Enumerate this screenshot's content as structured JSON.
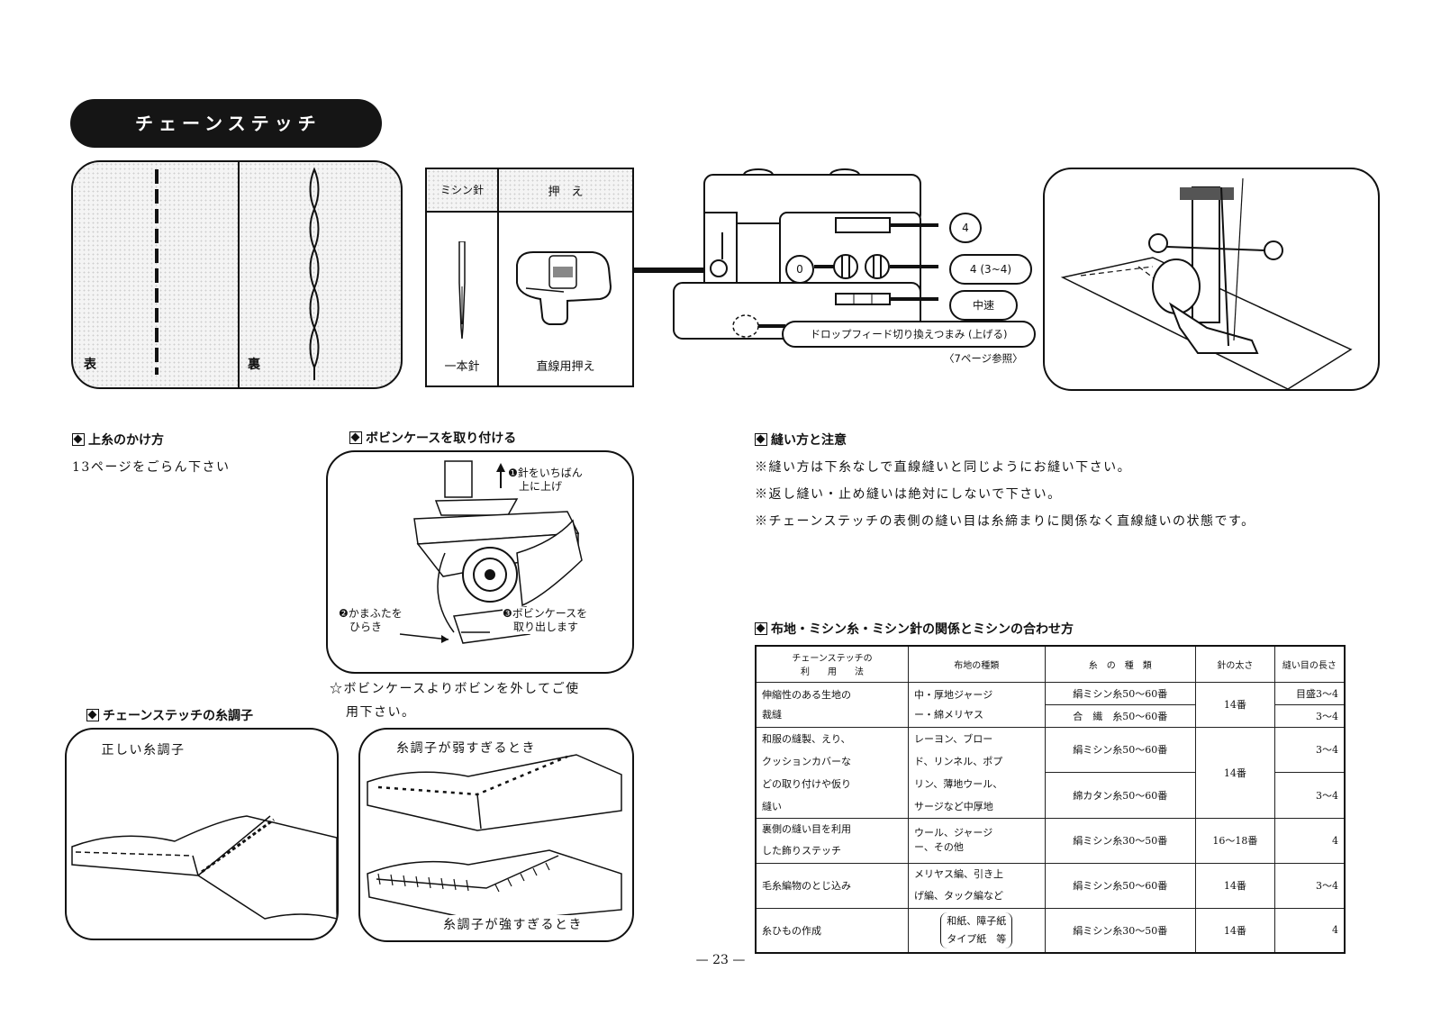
{
  "title": "チェーンステッチ",
  "stitch_panel": {
    "front_label": "表",
    "back_label": "裏"
  },
  "spec_table": {
    "header_needle": "ミシン針",
    "header_foot": "押　え",
    "needle_value": "一本針",
    "foot_value": "直線用押え"
  },
  "machine_callouts": {
    "pattern": "4",
    "dial_left": "0",
    "dial_right": "4 (3~4)",
    "speed": "中速",
    "drop_feed": "ドロップフィード切り換えつまみ (上げる)",
    "page_ref": "〈7ページ参照〉"
  },
  "upper_thread": {
    "heading": "上糸のかけ方",
    "text": "13ページをごらん下さい"
  },
  "bobbin": {
    "heading": "ボビンケースを取り付ける",
    "step1a": "❶針をいちばん",
    "step1b": "上に上げ",
    "step2a": "❷かまふたを",
    "step2b": "ひらき",
    "step3a": "❸ボビンケースを",
    "step3b": "取り出します",
    "note1": "☆ボビンケースよりボビンを外してご使",
    "note2": "用下さい。"
  },
  "tension": {
    "heading": "チェーンステッチの糸調子",
    "correct": "正しい糸調子",
    "weak": "糸調子が弱すぎるとき",
    "strong": "糸調子が強すぎるとき"
  },
  "sewing_notes": {
    "heading": "縫い方と注意",
    "lines": [
      "※縫い方は下糸なしで直線縫いと同じようにお縫い下さい。",
      "※返し縫い・止め縫いは絶対にしないで下さい。",
      "※チェーンステッチの表側の縫い目は糸締まりに関係なく直線縫いの状態です。"
    ]
  },
  "relation_table": {
    "heading": "布地・ミシン糸・ミシン針の関係とミシンの合わせ方",
    "headers": {
      "usage_top": "チェーンステッチの",
      "usage_bottom": "利　　用　　法",
      "fabric": "布地の種類",
      "thread": "糸　の　種　類",
      "needle": "針の太さ",
      "length": "縫い目の長さ"
    },
    "r1": {
      "usage1": "伸縮性のある生地の",
      "usage2": "裁縫",
      "fabric1": "中・厚地ジャージ",
      "fabric2": "ー・綿メリヤス",
      "thread_a": "絹ミシン糸50～60番",
      "thread_b": "合　繊　糸50～60番",
      "needle": "14番",
      "length_a": "目盛3～4",
      "length_b": "3～4"
    },
    "r2": {
      "usage1": "和服の縫製、えり、",
      "usage2": "クッションカバーな",
      "usage3": "どの取り付けや仮り",
      "usage4": "縫い",
      "fabric1": "レーヨン、ブロー",
      "fabric2": "ド、リンネル、ポプ",
      "fabric3": "リン、薄地ウール、",
      "fabric4": "サージなど中厚地",
      "thread_a": "絹ミシン糸50～60番",
      "thread_b": "綿カタン糸50～60番",
      "needle": "14番",
      "length_a": "3～4",
      "length_b": "3～4"
    },
    "r3": {
      "usage1": "裏側の縫い目を利用",
      "usage2": "した飾りステッチ",
      "fabric1": "ウール、ジャージ",
      "fabric2": "ー、その他",
      "thread": "絹ミシン糸30～50番",
      "needle": "16～18番",
      "length": "4"
    },
    "r4": {
      "usage": "毛糸編物のとじ込み",
      "fabric1": "メリヤス編、引き上",
      "fabric2": "げ編、タック編など",
      "thread": "絹ミシン糸50～60番",
      "needle": "14番",
      "length": "3～4"
    },
    "r5": {
      "usage": "糸ひもの作成",
      "fabric1": "和紙、障子紙",
      "fabric2": "タイプ紙　等",
      "thread": "絹ミシン糸30～50番",
      "needle": "14番",
      "length": "4"
    }
  },
  "page_number": "— 23 —"
}
